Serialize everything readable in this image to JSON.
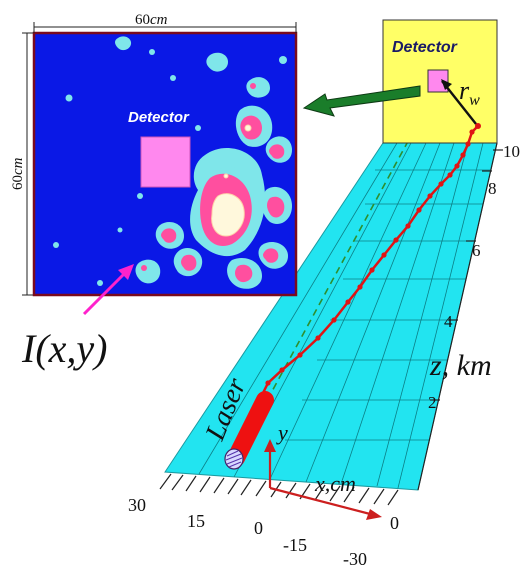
{
  "colors": {
    "plane": "#22e4f0",
    "plane_grid": "#0c7f86",
    "detector_panel": "#ffff66",
    "detector_square": "#ff88ee",
    "screen_bg": "#0a18e6",
    "screen_border": "#7a0a1e",
    "speckle_outer": "#7fe6ea",
    "speckle_mid": "#ff4f9f",
    "speckle_hot": "#fff8dc",
    "beam": "#e01414",
    "laser": "#ee1111",
    "dashed_line": "#2e8f2e",
    "arrow_big": "#1a7d2a",
    "arrow_pointer": "#ff22cc",
    "axis_arrow": "#cc1f1f"
  },
  "labels": {
    "detector_panel": "Detector",
    "screen_detector": "Detector",
    "rw": "r",
    "rw_sub": "w",
    "screen_width": "60",
    "screen_width_unit": "cm",
    "screen_height": "60",
    "screen_height_unit": "cm",
    "intensity": "I(x,y)",
    "laser": "Laser",
    "z_axis": "z,  km",
    "x_axis": "x,cm",
    "y_axis": "y"
  },
  "z_ticks": [
    "2",
    "4",
    "6",
    "8",
    "10"
  ],
  "x_ticks_left": [
    "30",
    "15",
    "0"
  ],
  "x_ticks_right": [
    "-15",
    "-30"
  ],
  "x_tick_end": "0",
  "icons": {
    "big_arrow": "arrow-icon",
    "pointer_arrow": "arrow-icon"
  }
}
